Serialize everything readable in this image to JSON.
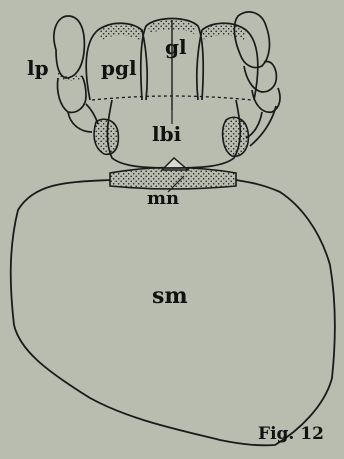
{
  "labels": {
    "lp": "lp",
    "pgl": "pgl",
    "gl": "gl",
    "lbi": "lbi",
    "mn": "mn",
    "sm": "sm"
  },
  "figure_label": "Fig. 12",
  "colors": {
    "background": "#b8bdb0",
    "line": "#1a1a1a"
  }
}
